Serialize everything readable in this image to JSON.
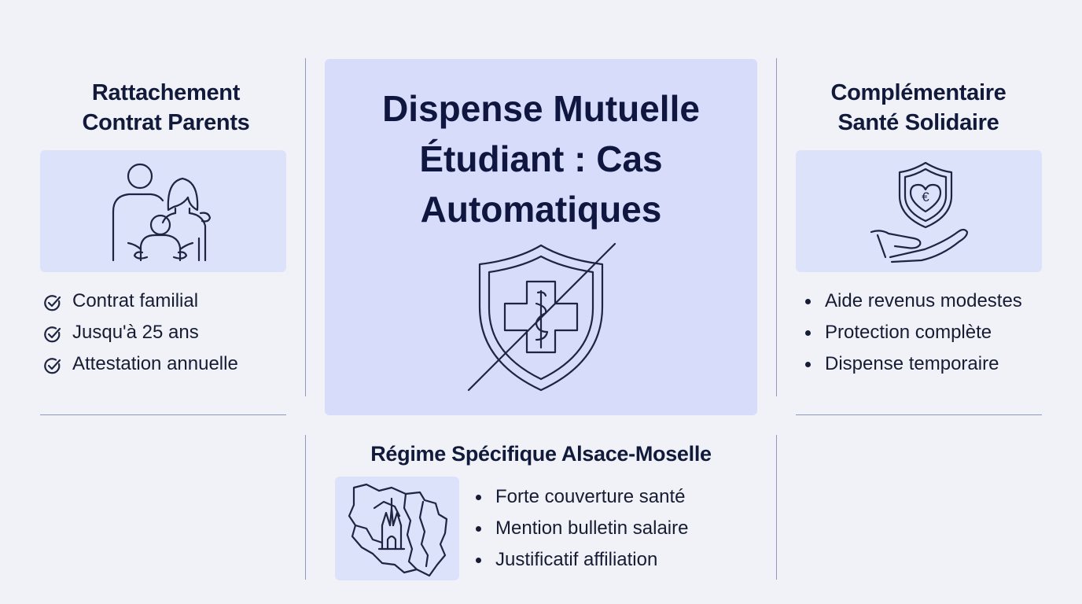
{
  "left": {
    "title_line1": "Rattachement",
    "title_line2": "Contrat Parents",
    "icon": "family-icon",
    "items": [
      "Contrat familial",
      "Jusqu'à 25 ans",
      "Attestation annuelle"
    ]
  },
  "center": {
    "title_line1": "Dispense Mutuelle",
    "title_line2": "Étudiant : Cas",
    "title_line3": "Automatiques",
    "icon": "crossed-medical-shield-icon"
  },
  "right": {
    "title_line1": "Complémentaire",
    "title_line2": "Santé Solidaire",
    "icon": "hand-shield-euro-icon",
    "euro_symbol": "€",
    "items": [
      "Aide revenus modestes",
      "Protection complète",
      "Dispense temporaire"
    ]
  },
  "bottom": {
    "title": "Régime Spécifique Alsace-Moselle",
    "icon": "alsace-moselle-map-icon",
    "items": [
      "Forte couverture santé",
      "Mention bulletin salaire",
      "Justificatif affiliation"
    ]
  },
  "colors": {
    "background": "#f1f2f8",
    "panel": "#dde2fb",
    "center_panel": "#d6dcfa",
    "title": "#0f1740",
    "line": "#8f98bf"
  }
}
